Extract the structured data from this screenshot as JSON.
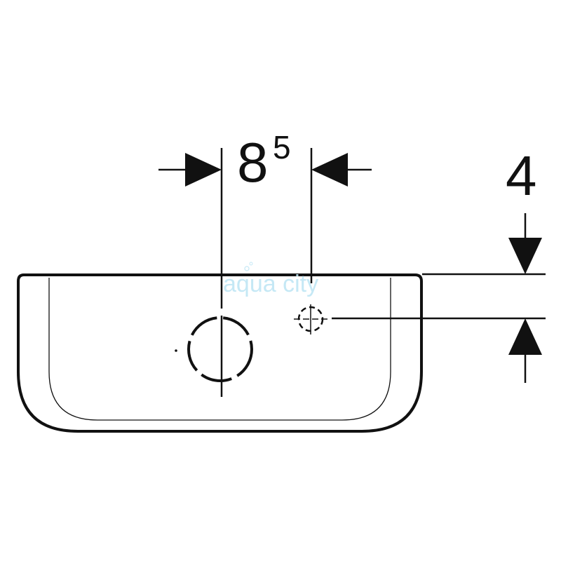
{
  "dimensions": {
    "horizontal": {
      "value": "8",
      "superscript": "5"
    },
    "vertical": {
      "value": "4"
    }
  },
  "watermark": {
    "text": "aqua city"
  },
  "colors": {
    "line": "#111111",
    "background": "#ffffff",
    "watermark": "#bfe6f5"
  }
}
